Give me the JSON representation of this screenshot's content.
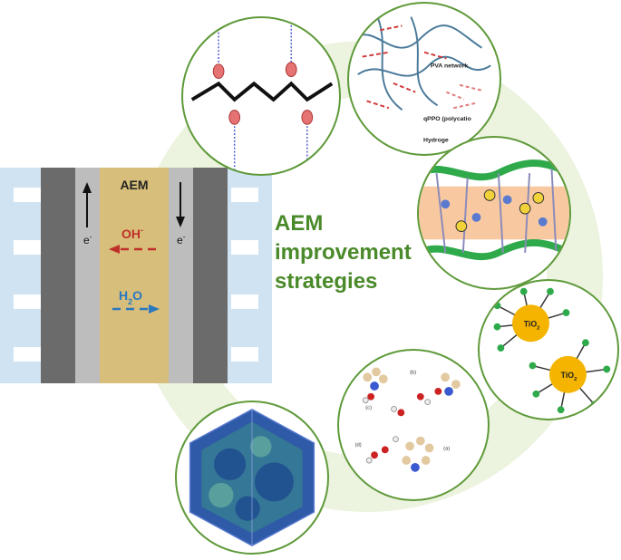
{
  "title": {
    "line1": "AEM",
    "line2": "improvement",
    "line3": "strategies"
  },
  "cell": {
    "membrane_label": "AEM",
    "electron_left": "e",
    "electron_right": "e",
    "electron_sup": "-",
    "hydroxide": "OH",
    "hydroxide_sup": "-",
    "water_h": "H",
    "water_sub": "2",
    "water_o": "O"
  },
  "network": {
    "label_pva": "PVA network",
    "label_qppo": "qPPO (polycatio",
    "label_hydro": "Hydroge"
  },
  "nanoparticles": {
    "particle_a": "TiO",
    "particle_b": "TiO",
    "sub": "2"
  },
  "simulation": {
    "panel_a": "(a)",
    "panel_b": "(b)",
    "panel_c": "(c)",
    "panel_d": "(d)"
  },
  "colors": {
    "title_green": "#4a8a2a",
    "ring": "#ecf3df",
    "membrane": "#d7be7a",
    "hydroxide": "#c0302a",
    "water": "#2a78c0",
    "electrode_dark": "#6b6b6b",
    "electrode_light": "#bdbdbd",
    "flow_field": "#cfe3f3",
    "tio2": "#f4b400"
  }
}
